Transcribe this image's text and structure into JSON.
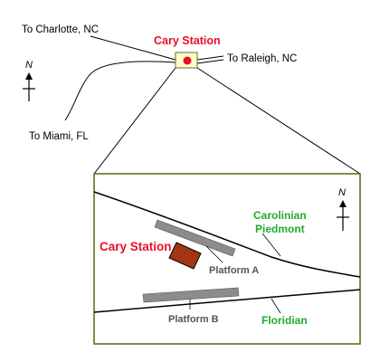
{
  "overview": {
    "station_label": "Cary Station",
    "destinations": {
      "charlotte": "To Charlotte, NC",
      "raleigh": "To Raleigh, NC",
      "miami": "To Miami, FL"
    },
    "north_label": "N"
  },
  "inset": {
    "station_label": "Cary Station",
    "north_label": "N",
    "platform_a": "Platform A",
    "platform_b": "Platform B",
    "route_upper_line1": "Carolinian",
    "route_upper_line2": "Piedmont",
    "route_lower": "Floridian"
  },
  "colors": {
    "station_red": "#e8102a",
    "route_green": "#22aa2a",
    "inset_border": "#6b6b1e",
    "platform_gray": "#8c8c8c",
    "building_brown": "#a33512"
  }
}
